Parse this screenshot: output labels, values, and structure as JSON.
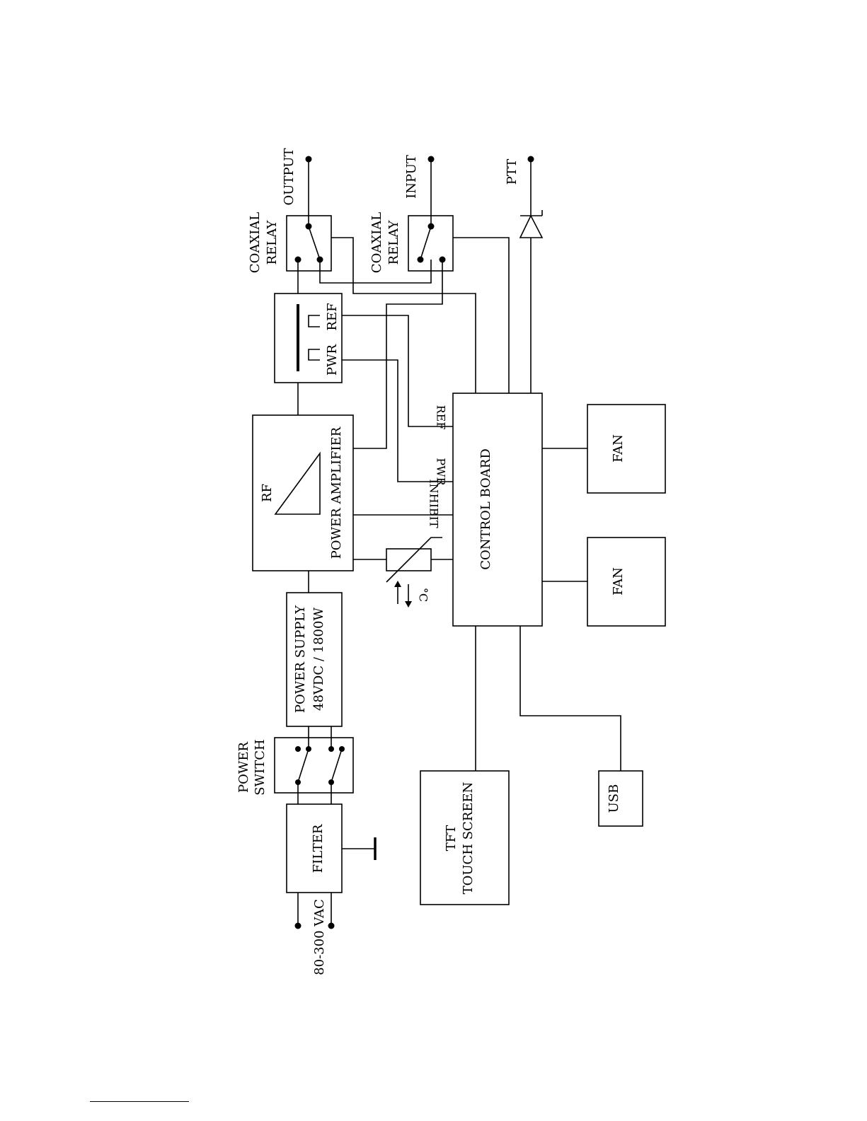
{
  "labels": {
    "vac": "80-300 VAC",
    "filter": "FILTER",
    "power_switch_l1": "POWER",
    "power_switch_l2": "SWITCH",
    "psu_l1": "POWER SUPPLY",
    "psu_l2": "48VDC / 1800W",
    "rf": "RF",
    "power_amplifier": "POWER AMPLIFIER",
    "pwr": "PWR",
    "ref": "REF",
    "coax_out_l1": "COAXIAL",
    "coax_out_l2": "RELAY",
    "coax_in_l1": "COAXIAL",
    "coax_in_l2": "RELAY",
    "output": "OUTPUT",
    "input": "INPUT",
    "ptt": "PTT",
    "control_board": "CONTROL BOARD",
    "sig_ref": "REF",
    "sig_pwr": "PWR",
    "sig_inhibit": "INHIBIT",
    "temp": "°C",
    "fan1": "FAN",
    "fan2": "FAN",
    "tft_l1": "TFT",
    "tft_l2": "TOUCH SCREEN",
    "usb": "USB"
  }
}
